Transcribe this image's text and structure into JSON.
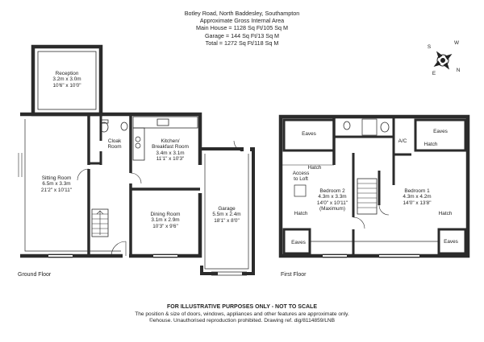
{
  "header": {
    "address": "Botley Road, North Baddesley, Southampton",
    "area_title": "Approximate Gross Internal Area",
    "main_house": "Main House = 1128 Sq Ft/105 Sq M",
    "garage": "Garage = 144 Sq Ft/13 Sq M",
    "total": "Total = 1272 Sq Ft/118 Sq M"
  },
  "compass": {
    "n": "N",
    "s": "S",
    "e": "E",
    "w": "W"
  },
  "ground_floor": {
    "label": "Ground Floor",
    "rooms": {
      "reception": {
        "name": "Reception",
        "metric": "3.2m x 3.0m",
        "imperial": "10'6\" x 10'0\""
      },
      "sitting": {
        "name": "Sitting Room",
        "metric": "6.5m x 3.3m",
        "imperial": "21'2\" x 10'11\""
      },
      "cloak": {
        "name1": "Cloak",
        "name2": "Room"
      },
      "kitchen": {
        "name1": "Kitchen/",
        "name2": "Breakfast Room",
        "metric": "3.4m x 3.1m",
        "imperial": "11'1\" x 10'3\""
      },
      "dining": {
        "name": "Dining Room",
        "metric": "3.1m x 2.9m",
        "imperial": "10'3\" x 9'6\""
      },
      "garage": {
        "name": "Garage",
        "metric": "5.5m x 2.4m",
        "imperial": "18'1\" x 8'0\""
      }
    }
  },
  "first_floor": {
    "label": "First Floor",
    "rooms": {
      "eaves_tl": "Eaves",
      "eaves_tr": "Eaves",
      "eaves_bl": "Eaves",
      "eaves_br": "Eaves",
      "ac": "A/C",
      "hatch1": "Hatch",
      "hatch2": "Hatch",
      "hatch3": "Hatch",
      "hatch4": "Hatch",
      "access": {
        "l1": "Access",
        "l2": "to Loft"
      },
      "bed2": {
        "name": "Bedroom 2",
        "metric": "4.3m x 3.3m",
        "imperial": "14'0\" x 10'11\"",
        "note": "(Maximum)"
      },
      "bed1": {
        "name": "Bedroom 1",
        "metric": "4.3m x 4.2m",
        "imperial": "14'0\" x 13'8\""
      }
    }
  },
  "footer": {
    "disclaimer": "FOR ILLUSTRATIVE PURPOSES ONLY - NOT TO SCALE",
    "line2": "The position & size of doors, windows, appliances and other features are approximate only.",
    "line3": "©ehouse. Unauthorised reproduction prohibited. Drawing ref. dig/8114859/LNB"
  }
}
